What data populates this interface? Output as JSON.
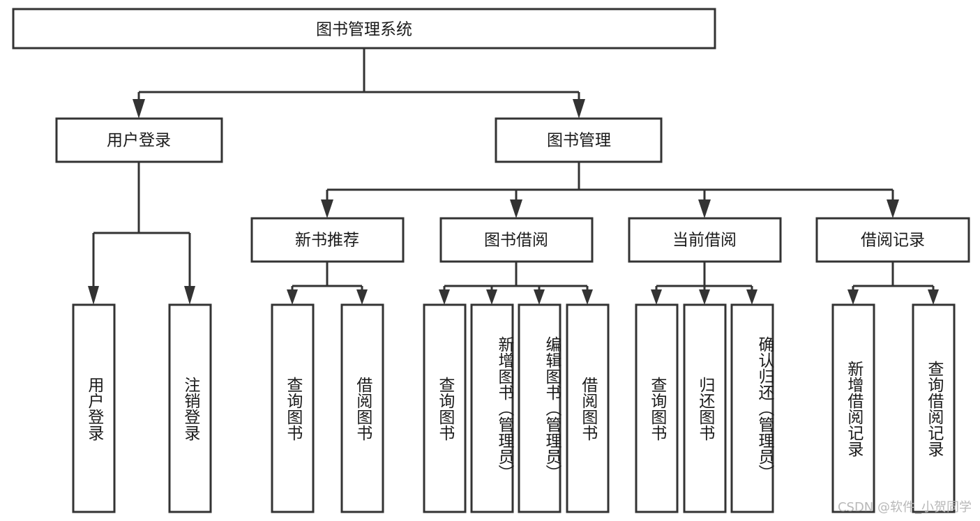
{
  "diagram": {
    "type": "tree-hierarchy",
    "title": "图书管理系统",
    "orientation": "top-down",
    "watermark": "CSDN @软件_小贺同学",
    "colors": {
      "stroke": "#333333",
      "fill": "#ffffff",
      "text": "#1a1a1a",
      "watermark": "#b8b8b8"
    },
    "root": {
      "label": "图书管理系统"
    },
    "level1": [
      {
        "label": "用户登录"
      },
      {
        "label": "图书管理"
      }
    ],
    "level2": [
      {
        "label": "新书推荐"
      },
      {
        "label": "图书借阅"
      },
      {
        "label": "当前借阅"
      },
      {
        "label": "借阅记录"
      }
    ],
    "leaves": {
      "user_login": [
        {
          "label": "用户登录"
        },
        {
          "label": "注销登录"
        }
      ],
      "new_book_recommend": [
        {
          "label": "查询图书"
        },
        {
          "label": "借阅图书"
        }
      ],
      "book_borrow": [
        {
          "label": "查询图书"
        },
        {
          "label": "新增图书（管理员）"
        },
        {
          "label": "编辑图书（管理员）"
        },
        {
          "label": "借阅图书"
        }
      ],
      "current_borrow": [
        {
          "label": "查询图书"
        },
        {
          "label": "归还图书"
        },
        {
          "label": "确认归还（管理员）"
        }
      ],
      "borrow_records": [
        {
          "label": "新增借阅记录"
        },
        {
          "label": "查询借阅记录"
        }
      ]
    }
  }
}
